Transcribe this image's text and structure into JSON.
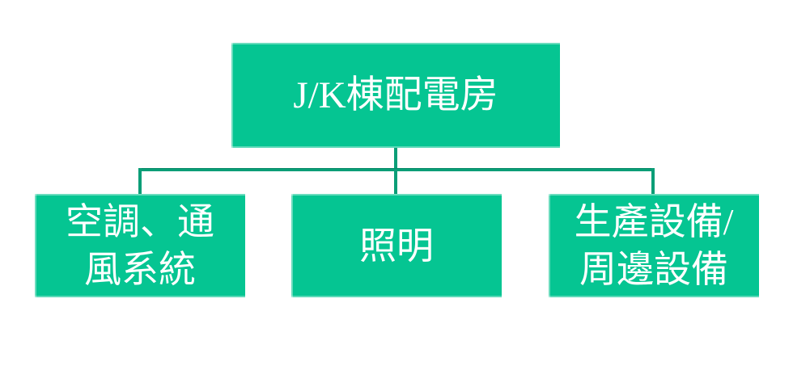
{
  "diagram": {
    "type": "org-chart",
    "background_color": "#ffffff",
    "box_fill_color": "#05c592",
    "connector_color": "#0a9e77",
    "text_color": "#ffffff",
    "root": {
      "label": "J/K棟配電房",
      "lines": [
        "J/K棟配電房"
      ]
    },
    "children": [
      {
        "label": "空調、通風系統",
        "lines": [
          "空調、通",
          "風系統"
        ]
      },
      {
        "label": "照明",
        "lines": [
          "照明"
        ]
      },
      {
        "label": "生產設備/周邊設備",
        "lines": [
          "生產設備/",
          "周邊設備"
        ]
      }
    ]
  }
}
